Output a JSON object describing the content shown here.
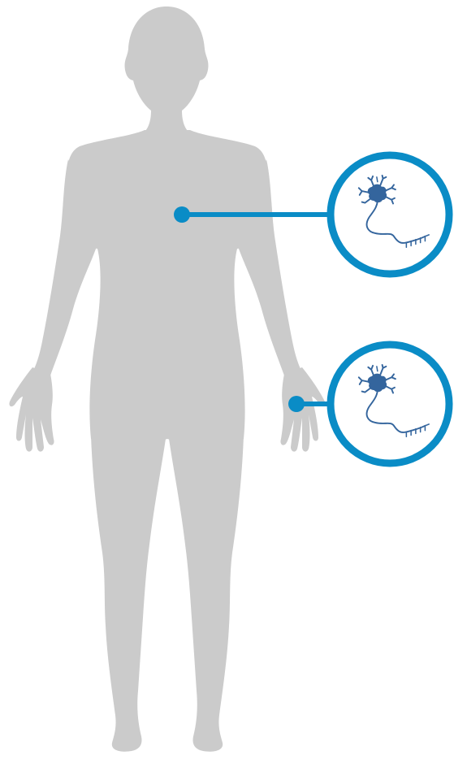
{
  "colors": {
    "background": "#ffffff",
    "body_silhouette": "#cbcbcb",
    "accent": "#0a8cc6",
    "neuron": "#34659d"
  },
  "figure": {
    "silhouette_icon": "human-body-silhouette",
    "callouts": [
      {
        "name": "callout-chest",
        "anchor_region": "chest",
        "icon": "neuron-icon"
      },
      {
        "name": "callout-hand",
        "anchor_region": "right-hand",
        "icon": "neuron-icon"
      }
    ]
  }
}
